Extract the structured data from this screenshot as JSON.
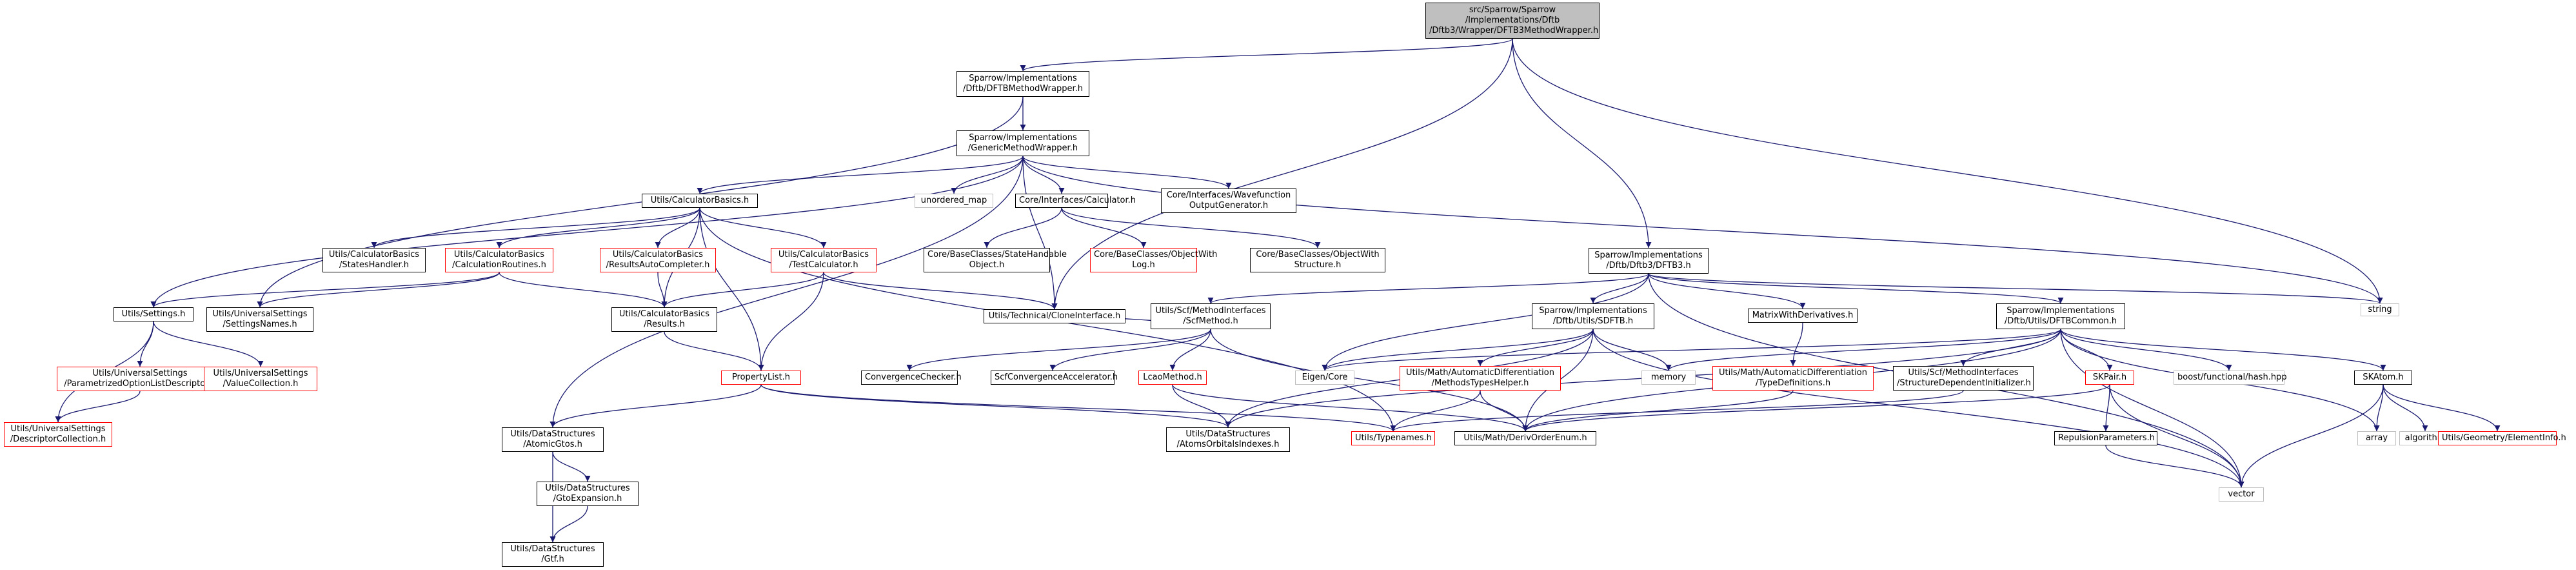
{
  "diagram": {
    "nodes": [
      {
        "id": "root",
        "lines": [
          "src/Sparrow/Sparrow",
          "/Implementations/Dftb",
          "/Dftb3/Wrapper/DFTB3MethodWrapper.h"
        ],
        "style": "root"
      },
      {
        "id": "dftbwrap",
        "lines": [
          "Sparrow/Implementations",
          "/Dftb/DFTBMethodWrapper.h"
        ],
        "style": "normal"
      },
      {
        "id": "generic",
        "lines": [
          "Sparrow/Implementations",
          "/GenericMethodWrapper.h"
        ],
        "style": "normal"
      },
      {
        "id": "calcbasics",
        "lines": [
          "Utils/CalculatorBasics.h"
        ],
        "style": "normal"
      },
      {
        "id": "unordered",
        "lines": [
          "unordered_map"
        ],
        "style": "grey"
      },
      {
        "id": "calculator",
        "lines": [
          "Core/Interfaces/Calculator.h"
        ],
        "style": "normal"
      },
      {
        "id": "wavefn",
        "lines": [
          "Core/Interfaces/Wavefunction",
          "OutputGenerator.h"
        ],
        "style": "normal"
      },
      {
        "id": "dftb3",
        "lines": [
          "Sparrow/Implementations",
          "/Dftb/Dftb3/DFTB3.h"
        ],
        "style": "normal"
      },
      {
        "id": "stateshandler",
        "lines": [
          "Utils/CalculatorBasics",
          "/StatesHandler.h"
        ],
        "style": "normal"
      },
      {
        "id": "calcroutines",
        "lines": [
          "Utils/CalculatorBasics",
          "/CalculationRoutines.h"
        ],
        "style": "red"
      },
      {
        "id": "resautocomp",
        "lines": [
          "Utils/CalculatorBasics",
          "/ResultsAutoCompleter.h"
        ],
        "style": "red"
      },
      {
        "id": "testcalc",
        "lines": [
          "Utils/CalculatorBasics",
          "/TestCalculator.h"
        ],
        "style": "red"
      },
      {
        "id": "statehandable",
        "lines": [
          "Core/BaseClasses/StateHandable",
          "Object.h"
        ],
        "style": "normal"
      },
      {
        "id": "objwithlog",
        "lines": [
          "Core/BaseClasses/ObjectWith",
          "Log.h"
        ],
        "style": "red"
      },
      {
        "id": "objwithstruct",
        "lines": [
          "Core/BaseClasses/ObjectWith",
          "Structure.h"
        ],
        "style": "normal"
      },
      {
        "id": "string",
        "lines": [
          "string"
        ],
        "style": "grey"
      },
      {
        "id": "settings",
        "lines": [
          "Utils/Settings.h"
        ],
        "style": "normal"
      },
      {
        "id": "settingsnames",
        "lines": [
          "Utils/UniversalSettings",
          "/SettingsNames.h"
        ],
        "style": "normal"
      },
      {
        "id": "results",
        "lines": [
          "Utils/CalculatorBasics",
          "/Results.h"
        ],
        "style": "normal"
      },
      {
        "id": "clone",
        "lines": [
          "Utils/Technical/CloneInterface.h"
        ],
        "style": "normal"
      },
      {
        "id": "scfmethod",
        "lines": [
          "Utils/Scf/MethodInterfaces",
          "/ScfMethod.h"
        ],
        "style": "normal"
      },
      {
        "id": "sdftb",
        "lines": [
          "Sparrow/Implementations",
          "/Dftb/Utils/SDFTB.h"
        ],
        "style": "normal"
      },
      {
        "id": "matrixderiv",
        "lines": [
          "MatrixWithDerivatives.h"
        ],
        "style": "normal"
      },
      {
        "id": "dftbcommon",
        "lines": [
          "Sparrow/Implementations",
          "/Dftb/Utils/DFTBCommon.h"
        ],
        "style": "normal"
      },
      {
        "id": "paramopt",
        "lines": [
          "Utils/UniversalSettings",
          "/ParametrizedOptionListDescriptor.h"
        ],
        "style": "red"
      },
      {
        "id": "valuecoll",
        "lines": [
          "Utils/UniversalSettings",
          "/ValueCollection.h"
        ],
        "style": "red"
      },
      {
        "id": "desccoll",
        "lines": [
          "Utils/UniversalSettings",
          "/DescriptorCollection.h"
        ],
        "style": "red"
      },
      {
        "id": "convcheck",
        "lines": [
          "ConvergenceChecker.h"
        ],
        "style": "normal"
      },
      {
        "id": "scfconv",
        "lines": [
          "ScfConvergenceAccelerator.h"
        ],
        "style": "normal"
      },
      {
        "id": "lcao",
        "lines": [
          "LcaoMethod.h"
        ],
        "style": "red"
      },
      {
        "id": "eigen",
        "lines": [
          "Eigen/Core"
        ],
        "style": "grey"
      },
      {
        "id": "methodstypes",
        "lines": [
          "Utils/Math/AutomaticDifferentiation",
          "/MethodsTypesHelper.h"
        ],
        "style": "red"
      },
      {
        "id": "memory",
        "lines": [
          "memory"
        ],
        "style": "grey"
      },
      {
        "id": "typedefs",
        "lines": [
          "Utils/Math/AutomaticDifferentiation",
          "/TypeDefinitions.h"
        ],
        "style": "red"
      },
      {
        "id": "structdep",
        "lines": [
          "Utils/Scf/MethodInterfaces",
          "/StructureDependentInitializer.h"
        ],
        "style": "normal"
      },
      {
        "id": "skpair",
        "lines": [
          "SKPair.h"
        ],
        "style": "red"
      },
      {
        "id": "hash",
        "lines": [
          "boost/functional/hash.hpp"
        ],
        "style": "grey"
      },
      {
        "id": "skatom",
        "lines": [
          "SKAtom.h"
        ],
        "style": "normal"
      },
      {
        "id": "proplist",
        "lines": [
          "PropertyList.h"
        ],
        "style": "red"
      },
      {
        "id": "atomicgtos",
        "lines": [
          "Utils/DataStructures",
          "/AtomicGtos.h"
        ],
        "style": "normal"
      },
      {
        "id": "atomsorb",
        "lines": [
          "Utils/DataStructures",
          "/AtomsOrbitalsIndexes.h"
        ],
        "style": "normal"
      },
      {
        "id": "typenames",
        "lines": [
          "Utils/Typenames.h"
        ],
        "style": "red"
      },
      {
        "id": "derivorder",
        "lines": [
          "Utils/Math/DerivOrderEnum.h"
        ],
        "style": "normal"
      },
      {
        "id": "repulsion",
        "lines": [
          "RepulsionParameters.h"
        ],
        "style": "normal"
      },
      {
        "id": "array",
        "lines": [
          "array"
        ],
        "style": "grey"
      },
      {
        "id": "algorithm",
        "lines": [
          "algorithm"
        ],
        "style": "grey"
      },
      {
        "id": "elementinfo",
        "lines": [
          "Utils/Geometry/ElementInfo.h"
        ],
        "style": "red"
      },
      {
        "id": "gtoexp",
        "lines": [
          "Utils/DataStructures",
          "/GtoExpansion.h"
        ],
        "style": "normal"
      },
      {
        "id": "vector",
        "lines": [
          "vector"
        ],
        "style": "grey"
      },
      {
        "id": "gtf",
        "lines": [
          "Utils/DataStructures",
          "/Gtf.h"
        ],
        "style": "normal"
      }
    ],
    "edges": [
      [
        "root",
        "dftbwrap"
      ],
      [
        "root",
        "dftb3"
      ],
      [
        "root",
        "clone"
      ],
      [
        "root",
        "string"
      ],
      [
        "dftbwrap",
        "generic"
      ],
      [
        "dftbwrap",
        "settingsnames"
      ],
      [
        "generic",
        "calcbasics"
      ],
      [
        "generic",
        "unordered"
      ],
      [
        "generic",
        "calculator"
      ],
      [
        "generic",
        "wavefn"
      ],
      [
        "generic",
        "settings"
      ],
      [
        "generic",
        "atomicgtos"
      ],
      [
        "generic",
        "clone"
      ],
      [
        "generic",
        "string"
      ],
      [
        "calcbasics",
        "stateshandler"
      ],
      [
        "calcbasics",
        "calcroutines"
      ],
      [
        "calcbasics",
        "resautocomp"
      ],
      [
        "calcbasics",
        "testcalc"
      ],
      [
        "calcbasics",
        "results"
      ],
      [
        "calcbasics",
        "proplist"
      ],
      [
        "calcbasics",
        "typenames"
      ],
      [
        "calculator",
        "statehandable"
      ],
      [
        "calculator",
        "objwithlog"
      ],
      [
        "calculator",
        "objwithstruct"
      ],
      [
        "calcroutines",
        "settings"
      ],
      [
        "calcroutines",
        "results"
      ],
      [
        "calcroutines",
        "settingsnames"
      ],
      [
        "resautocomp",
        "results"
      ],
      [
        "testcalc",
        "results"
      ],
      [
        "testcalc",
        "proplist"
      ],
      [
        "testcalc",
        "clone"
      ],
      [
        "settings",
        "paramopt"
      ],
      [
        "settings",
        "valuecoll"
      ],
      [
        "settings",
        "desccoll"
      ],
      [
        "paramopt",
        "desccoll"
      ],
      [
        "results",
        "proplist"
      ],
      [
        "proplist",
        "atomicgtos"
      ],
      [
        "proplist",
        "atomsorb"
      ],
      [
        "proplist",
        "typenames"
      ],
      [
        "atomicgtos",
        "gtoexp"
      ],
      [
        "atomicgtos",
        "gtf"
      ],
      [
        "gtoexp",
        "gtf"
      ],
      [
        "dftb3",
        "scfmethod"
      ],
      [
        "dftb3",
        "sdftb"
      ],
      [
        "dftb3",
        "matrixderiv"
      ],
      [
        "dftb3",
        "dftbcommon"
      ],
      [
        "dftb3",
        "eigen"
      ],
      [
        "dftb3",
        "string"
      ],
      [
        "dftb3",
        "vector"
      ],
      [
        "scfmethod",
        "convcheck"
      ],
      [
        "scfmethod",
        "scfconv"
      ],
      [
        "scfmethod",
        "lcao"
      ],
      [
        "scfmethod",
        "derivorder"
      ],
      [
        "scfmethod",
        "clone"
      ],
      [
        "lcao",
        "atomsorb"
      ],
      [
        "lcao",
        "derivorder"
      ],
      [
        "sdftb",
        "eigen"
      ],
      [
        "sdftb",
        "methodstypes"
      ],
      [
        "sdftb",
        "memory"
      ],
      [
        "sdftb",
        "atomsorb"
      ],
      [
        "sdftb",
        "derivorder"
      ],
      [
        "sdftb",
        "vector"
      ],
      [
        "methodstypes",
        "typenames"
      ],
      [
        "methodstypes",
        "derivorder"
      ],
      [
        "matrixderiv",
        "typedefs"
      ],
      [
        "typedefs",
        "derivorder"
      ],
      [
        "dftbcommon",
        "eigen"
      ],
      [
        "dftbcommon",
        "memory"
      ],
      [
        "dftbcommon",
        "structdep"
      ],
      [
        "dftbcommon",
        "skpair"
      ],
      [
        "dftbcommon",
        "hash"
      ],
      [
        "dftbcommon",
        "skatom"
      ],
      [
        "dftbcommon",
        "array"
      ],
      [
        "dftbcommon",
        "vector"
      ],
      [
        "dftbcommon",
        "atomsorb"
      ],
      [
        "dftbcommon",
        "derivorder"
      ],
      [
        "structdep",
        "typenames"
      ],
      [
        "skpair",
        "repulsion"
      ],
      [
        "skpair",
        "derivorder"
      ],
      [
        "skpair",
        "vector"
      ],
      [
        "repulsion",
        "vector"
      ],
      [
        "skatom",
        "array"
      ],
      [
        "skatom",
        "algorithm"
      ],
      [
        "skatom",
        "elementinfo"
      ],
      [
        "skatom",
        "vector"
      ]
    ],
    "colors": {
      "edge": "#191970",
      "border": "#000000",
      "red_border": "#ff0000",
      "grey_border": "#bfbfbf",
      "root_fill": "#bfbfbf"
    }
  }
}
